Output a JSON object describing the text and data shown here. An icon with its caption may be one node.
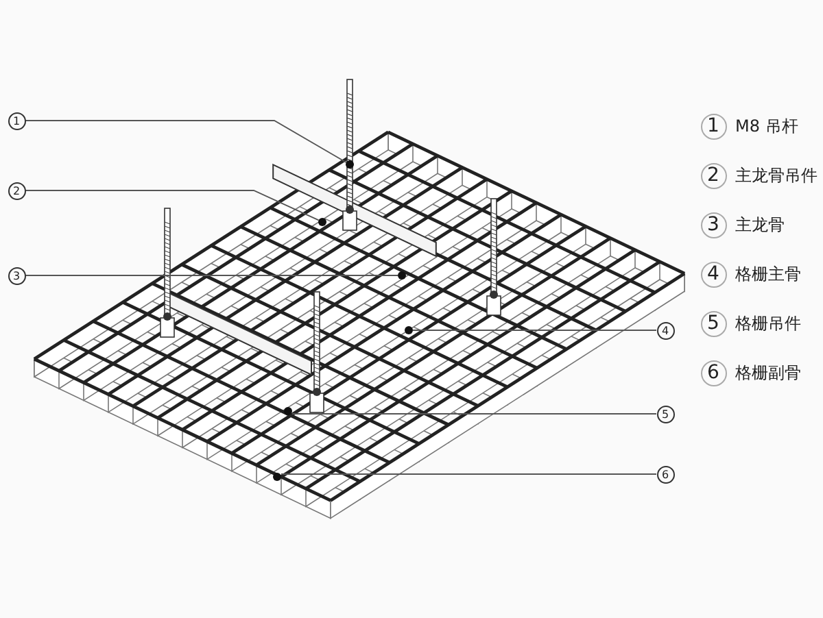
{
  "diagram": {
    "nodes": [
      {
        "text": [
          "1"
        ]
      },
      {
        "text": [
          "2"
        ]
      },
      {
        "text": [
          "3"
        ]
      },
      {
        "text": [
          "4"
        ]
      },
      {
        "text": [
          "5"
        ]
      },
      {
        "text": [
          "6"
        ]
      },
      {
        "text": [],
        "shape": "circle"
      },
      {
        "text": [],
        "shape": "circle"
      },
      {
        "text": [],
        "shape": "circle"
      },
      {
        "text": [],
        "shape": "circle"
      },
      {
        "text": [],
        "shape": "circle"
      },
      {
        "text": [],
        "shape": "circle"
      },
      {
        "text": [
          "1"
        ],
        "beside": [
          "M8 吊杆"
        ]
      },
      {
        "text": [
          "2"
        ],
        "beside": [
          "主龙骨吊件"
        ]
      },
      {
        "text": [
          "3"
        ],
        "beside": [
          "主龙骨"
        ]
      },
      {
        "text": [
          "4"
        ],
        "beside": [
          "格栅主骨"
        ]
      },
      {
        "text": [
          "5"
        ],
        "beside": [
          "格栅吊件"
        ]
      },
      {
        "text": [
          "6"
        ],
        "beside": [
          "格栅副骨"
        ]
      }
    ],
    "edges": [
      {
        "from": 0,
        "to": 6,
        "arrow": "none"
      },
      {
        "from": 1,
        "to": 7,
        "arrow": "none"
      },
      {
        "from": 2,
        "to": 8,
        "arrow": "none"
      },
      {
        "from": 3,
        "to": 9,
        "arrow": "none"
      },
      {
        "from": 4,
        "to": 10,
        "arrow": "none"
      },
      {
        "from": 5,
        "to": 11,
        "arrow": "none"
      }
    ]
  }
}
